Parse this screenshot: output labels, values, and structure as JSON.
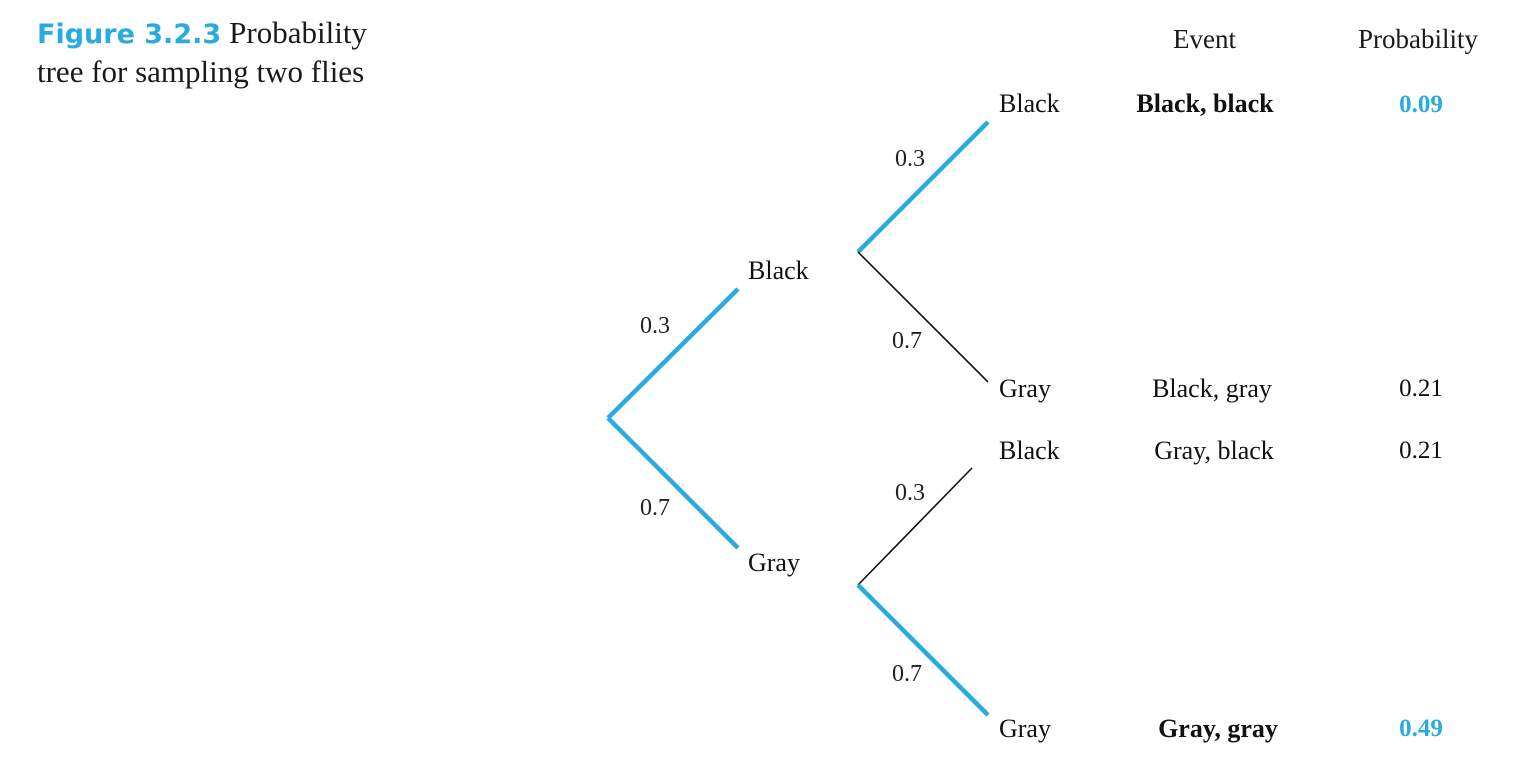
{
  "caption": {
    "figure_label": "Figure 3.2.3",
    "text_line1": "Probability",
    "text_line2": "tree for sampling two flies"
  },
  "headers": {
    "event": "Event",
    "probability": "Probability"
  },
  "colors": {
    "highlight": "#29abe2",
    "default_line": "#111111"
  },
  "tree": {
    "first_draw": [
      {
        "label": "Black",
        "prob": "0.3",
        "highlighted": true
      },
      {
        "label": "Gray",
        "prob": "0.7",
        "highlighted": true
      }
    ],
    "outcomes": [
      {
        "first": "Black",
        "second": "Black",
        "branch_prob": "0.3",
        "event": "Black, black",
        "probability": "0.09",
        "highlighted": true
      },
      {
        "first": "Black",
        "second": "Gray",
        "branch_prob": "0.7",
        "event": "Black, gray",
        "probability": "0.21",
        "highlighted": false
      },
      {
        "first": "Gray",
        "second": "Black",
        "branch_prob": "0.3",
        "event": "Gray, black",
        "probability": "0.21",
        "highlighted": false
      },
      {
        "first": "Gray",
        "second": "Gray",
        "branch_prob": "0.7",
        "event": "Gray, gray",
        "probability": "0.49",
        "highlighted": true
      }
    ]
  }
}
